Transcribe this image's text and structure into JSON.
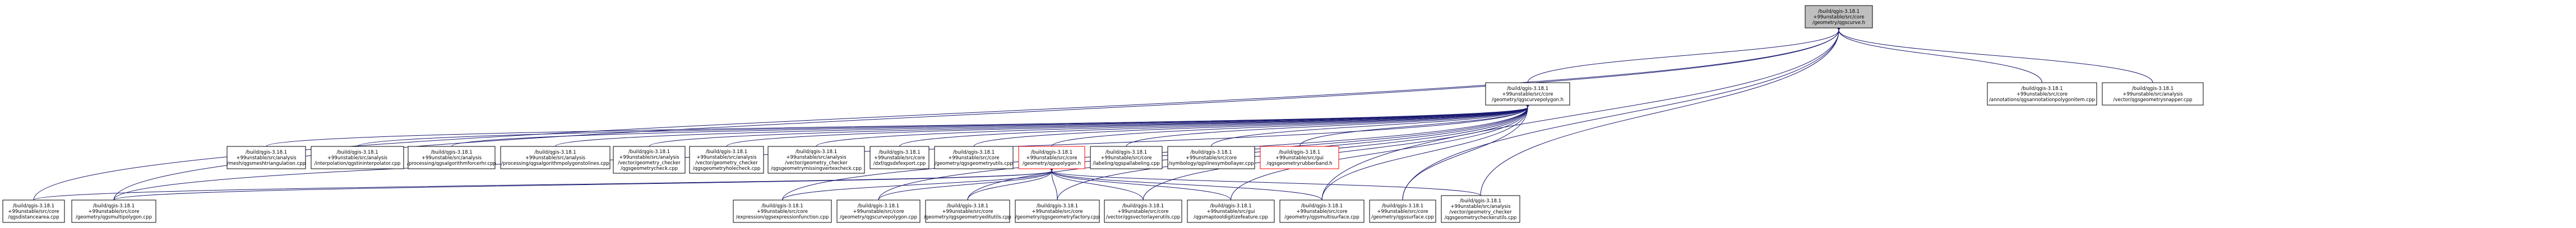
{
  "graph": {
    "nodes": [
      {
        "id": "root",
        "label": "/build/qgis-3.18.1+99unstable/src/core/geometry/qgscurve.h",
        "lines": [
          "/build/qgis-3.18.1",
          "+99unstable/src/core",
          "/geometry/qgscurve.h"
        ],
        "fill": "#bfbfbf",
        "stroke": "#000000"
      },
      {
        "id": "curvepolygon",
        "label": "/build/qgis-3.18.1+99unstable/src/core/geometry/qgscurvepolygon.h",
        "lines": [
          "/build/qgis-3.18.1",
          "+99unstable/src/core",
          "/geometry/qgscurvepolygon.h"
        ],
        "fill": "#ffffff",
        "stroke": "#000000"
      },
      {
        "id": "annotationpolygonitem",
        "label": "/build/qgis-3.18.1+99unstable/src/core/annotations/qgsannotationpolygonitem.cpp",
        "lines": [
          "/build/qgis-3.18.1",
          "+99unstable/src/core",
          "/annotations/qgsannotationpolygonitem.cpp"
        ],
        "fill": "#ffffff",
        "stroke": "#000000"
      },
      {
        "id": "geometrysnapper",
        "label": "/build/qgis-3.18.1+99unstable/src/analysis/vector/qgsgeometrysnapper.cpp",
        "lines": [
          "/build/qgis-3.18.1",
          "+99unstable/src/analysis",
          "/vector/qgsgeometrysnapper.cpp"
        ],
        "fill": "#ffffff",
        "stroke": "#000000"
      },
      {
        "id": "meshtriangulation",
        "label": "/build/qgis-3.18.1+99unstable/src/analysis/mesh/qgsmeshtriangulation.cpp",
        "lines": [
          "/build/qgis-3.18.1",
          "+99unstable/src/analysis",
          "/mesh/qgsmeshtriangulation.cpp"
        ],
        "fill": "#ffffff",
        "stroke": "#000000"
      },
      {
        "id": "tininterpolator",
        "label": "/build/qgis-3.18.1+99unstable/src/analysis/interpolation/qgstininterpolator.cpp",
        "lines": [
          "/build/qgis-3.18.1",
          "+99unstable/src/analysis",
          "/interpolation/qgstininterpolator.cpp"
        ],
        "fill": "#ffffff",
        "stroke": "#000000"
      },
      {
        "id": "algsplitwithlines",
        "label": "/build/qgis-3.18.1+99unstable/src/analysis/processing/qgsalgorithmforcerhr.cpp",
        "lines": [
          "/build/qgis-3.18.1",
          "+99unstable/src/analysis",
          "/processing/qgsalgorithmforcerhr.cpp"
        ],
        "fill": "#ffffff",
        "stroke": "#000000"
      },
      {
        "id": "algpolygonstolines",
        "label": "/build/qgis-3.18.1+99unstable/src/analysis/processing/qgsalgorithmpolygonstolines.cpp",
        "lines": [
          "/build/qgis-3.18.1",
          "+99unstable/src/analysis",
          "/processing/qgsalgorithmpolygonstolines.cpp"
        ],
        "fill": "#ffffff",
        "stroke": "#000000"
      },
      {
        "id": "geometrycheck",
        "label": "/build/qgis-3.18.1+99unstable/src/analysis/vector/geometry_checker/qgsgeometrycheck.cpp",
        "lines": [
          "/build/qgis-3.18.1",
          "+99unstable/src/analysis",
          "/vector/geometry_checker",
          "/qgsgeometrycheck.cpp"
        ],
        "fill": "#ffffff",
        "stroke": "#000000"
      },
      {
        "id": "geometryholecheck",
        "label": "/build/qgis-3.18.1+99unstable/src/analysis/vector/geometry_checker/qgsgeometryholecheck.cpp",
        "lines": [
          "/build/qgis-3.18.1",
          "+99unstable/src/analysis",
          "/vector/geometry_checker",
          "/qgsgeometryholecheck.cpp"
        ],
        "fill": "#ffffff",
        "stroke": "#000000"
      },
      {
        "id": "missingvertexcheck",
        "label": "/build/qgis-3.18.1+99unstable/src/analysis/vector/geometry_checker/qgsgeometrymissingvertexcheck.cpp",
        "lines": [
          "/build/qgis-3.18.1",
          "+99unstable/src/analysis",
          "/vector/geometry_checker",
          "/qgsgeometrymissingvertexcheck.cpp"
        ],
        "fill": "#ffffff",
        "stroke": "#000000"
      },
      {
        "id": "dxfexport",
        "label": "/build/qgis-3.18.1+99unstable/src/core/dxf/qgsdxfexport.cpp",
        "lines": [
          "/build/qgis-3.18.1",
          "+99unstable/src/core",
          "/dxf/qgsdxfexport.cpp"
        ],
        "fill": "#ffffff",
        "stroke": "#000000"
      },
      {
        "id": "geometryutils",
        "label": "/build/qgis-3.18.1+99unstable/src/core/geometry/qgsgeometryutils.cpp",
        "lines": [
          "/build/qgis-3.18.1",
          "+99unstable/src/core",
          "/geometry/qgsgeometryutils.cpp"
        ],
        "fill": "#ffffff",
        "stroke": "#000000"
      },
      {
        "id": "polygonh",
        "label": "/build/qgis-3.18.1+99unstable/src/core/geometry/qgspolygon.h",
        "lines": [
          "/build/qgis-3.18.1",
          "+99unstable/src/core",
          "/geometry/qgspolygon.h"
        ],
        "fill": "#ffffff",
        "stroke": "#ff0000"
      },
      {
        "id": "pallabeling",
        "label": "/build/qgis-3.18.1+99unstable/src/core/labeling/qgspallabeling.cpp",
        "lines": [
          "/build/qgis-3.18.1",
          "+99unstable/src/core",
          "/labeling/qgspallabeling.cpp"
        ],
        "fill": "#ffffff",
        "stroke": "#000000"
      },
      {
        "id": "linesymbollayer",
        "label": "/build/qgis-3.18.1+99unstable/src/core/symbology/qgslinesymbollayer.cpp",
        "lines": [
          "/build/qgis-3.18.1",
          "+99unstable/src/core",
          "/symbology/qgslinesymbollayer.cpp"
        ],
        "fill": "#ffffff",
        "stroke": "#000000"
      },
      {
        "id": "rubberband",
        "label": "/build/qgis-3.18.1+99unstable/src/gui/qgsgeometryrubberband.h",
        "lines": [
          "/build/qgis-3.18.1",
          "+99unstable/src/gui",
          "/qgsgeometryrubberband.h"
        ],
        "fill": "#ffffff",
        "stroke": "#ff0000"
      },
      {
        "id": "distancearea",
        "label": "/build/qgis-3.18.1+99unstable/src/core/qgsdistancearea.cpp",
        "lines": [
          "/build/qgis-3.18.1",
          "+99unstable/src/core",
          "/qgsdistancearea.cpp"
        ],
        "fill": "#ffffff",
        "stroke": "#000000"
      },
      {
        "id": "multipolygon",
        "label": "/build/qgis-3.18.1+99unstable/src/core/geometry/qgsmultipolygon.cpp",
        "lines": [
          "/build/qgis-3.18.1",
          "+99unstable/src/core",
          "/geometry/qgsmultipolygon.cpp"
        ],
        "fill": "#ffffff",
        "stroke": "#000000"
      },
      {
        "id": "expressionfunction",
        "label": "/build/qgis-3.18.1+99unstable/src/core/expression/qgsexpressionfunction.cpp",
        "lines": [
          "/build/qgis-3.18.1",
          "+99unstable/src/core",
          "/expression/qgsexpressionfunction.cpp"
        ],
        "fill": "#ffffff",
        "stroke": "#000000"
      },
      {
        "id": "curvepolygoncpp",
        "label": "/build/qgis-3.18.1+99unstable/src/core/geometry/qgscurvepolygon.cpp",
        "lines": [
          "/build/qgis-3.18.1",
          "+99unstable/src/core",
          "/geometry/qgscurvepolygon.cpp"
        ],
        "fill": "#ffffff",
        "stroke": "#000000"
      },
      {
        "id": "geometryeditutils",
        "label": "/build/qgis-3.18.1+99unstable/src/core/geometry/qgsgeometryeditutils.cpp",
        "lines": [
          "/build/qgis-3.18.1",
          "+99unstable/src/core",
          "/geometry/qgsgeometryeditutils.cpp"
        ],
        "fill": "#ffffff",
        "stroke": "#000000"
      },
      {
        "id": "geometryfactory",
        "label": "/build/qgis-3.18.1+99unstable/src/core/geometry/qgsgeometryfactory.cpp",
        "lines": [
          "/build/qgis-3.18.1",
          "+99unstable/src/core",
          "/geometry/qgsgeometryfactory.cpp"
        ],
        "fill": "#ffffff",
        "stroke": "#000000"
      },
      {
        "id": "vectorlayerutils",
        "label": "/build/qgis-3.18.1+99unstable/src/core/vector/qgsvectorlayerutils.cpp",
        "lines": [
          "/build/qgis-3.18.1",
          "+99unstable/src/core",
          "/vector/qgsvectorlayerutils.cpp"
        ],
        "fill": "#ffffff",
        "stroke": "#000000"
      },
      {
        "id": "digitizefeature",
        "label": "/build/qgis-3.18.1+99unstable/src/gui/qgsmaptooldigitizefeature.cpp",
        "lines": [
          "/build/qgis-3.18.1",
          "+99unstable/src/gui",
          "/qgsmaptooldigitizefeature.cpp"
        ],
        "fill": "#ffffff",
        "stroke": "#000000"
      },
      {
        "id": "multisurface",
        "label": "/build/qgis-3.18.1+99unstable/src/core/geometry/qgsmultisurface.cpp",
        "lines": [
          "/build/qgis-3.18.1",
          "+99unstable/src/core",
          "/geometry/qgsmultisurface.cpp"
        ],
        "fill": "#ffffff",
        "stroke": "#000000"
      },
      {
        "id": "surface",
        "label": "/build/qgis-3.18.1+99unstable/src/core/geometry/qgssurface.cpp",
        "lines": [
          "/build/qgis-3.18.1",
          "+99unstable/src/core",
          "/geometry/qgssurface.cpp"
        ],
        "fill": "#ffffff",
        "stroke": "#000000"
      },
      {
        "id": "checkerutils",
        "label": "/build/qgis-3.18.1+99unstable/src/analysis/vector/geometry_checker/qgsgeometrycheckerutils.cpp",
        "lines": [
          "/build/qgis-3.18.1",
          "+99unstable/src/analysis",
          "/vector/geometry_checker",
          "/qgsgeometrycheckerutils.cpp"
        ],
        "fill": "#ffffff",
        "stroke": "#000000"
      }
    ],
    "edges": [
      [
        "root",
        "curvepolygon"
      ],
      [
        "root",
        "annotationpolygonitem"
      ],
      [
        "root",
        "geometrysnapper"
      ],
      [
        "root",
        "distancearea"
      ],
      [
        "root",
        "multipolygon"
      ],
      [
        "root",
        "multisurface"
      ],
      [
        "root",
        "surface"
      ],
      [
        "root",
        "checkerutils"
      ],
      [
        "curvepolygon",
        "meshtriangulation"
      ],
      [
        "curvepolygon",
        "tininterpolator"
      ],
      [
        "curvepolygon",
        "algsplitwithlines"
      ],
      [
        "curvepolygon",
        "algpolygonstolines"
      ],
      [
        "curvepolygon",
        "geometrycheck"
      ],
      [
        "curvepolygon",
        "geometryholecheck"
      ],
      [
        "curvepolygon",
        "missingvertexcheck"
      ],
      [
        "curvepolygon",
        "dxfexport"
      ],
      [
        "curvepolygon",
        "geometryutils"
      ],
      [
        "curvepolygon",
        "polygonh"
      ],
      [
        "curvepolygon",
        "pallabeling"
      ],
      [
        "curvepolygon",
        "linesymbollayer"
      ],
      [
        "curvepolygon",
        "rubberband"
      ],
      [
        "curvepolygon",
        "multipolygon"
      ],
      [
        "curvepolygon",
        "expressionfunction"
      ],
      [
        "curvepolygon",
        "curvepolygoncpp"
      ],
      [
        "curvepolygon",
        "geometryeditutils"
      ],
      [
        "curvepolygon",
        "geometryfactory"
      ],
      [
        "curvepolygon",
        "vectorlayerutils"
      ],
      [
        "curvepolygon",
        "digitizefeature"
      ],
      [
        "curvepolygon",
        "multisurface"
      ],
      [
        "curvepolygon",
        "surface"
      ],
      [
        "polygonh",
        "distancearea"
      ],
      [
        "polygonh",
        "multipolygon"
      ],
      [
        "polygonh",
        "expressionfunction"
      ],
      [
        "polygonh",
        "curvepolygoncpp"
      ],
      [
        "polygonh",
        "geometryeditutils"
      ],
      [
        "polygonh",
        "geometryfactory"
      ],
      [
        "polygonh",
        "vectorlayerutils"
      ],
      [
        "polygonh",
        "digitizefeature"
      ],
      [
        "polygonh",
        "multisurface"
      ],
      [
        "polygonh",
        "checkerutils"
      ]
    ],
    "edge_color": "#191970"
  }
}
